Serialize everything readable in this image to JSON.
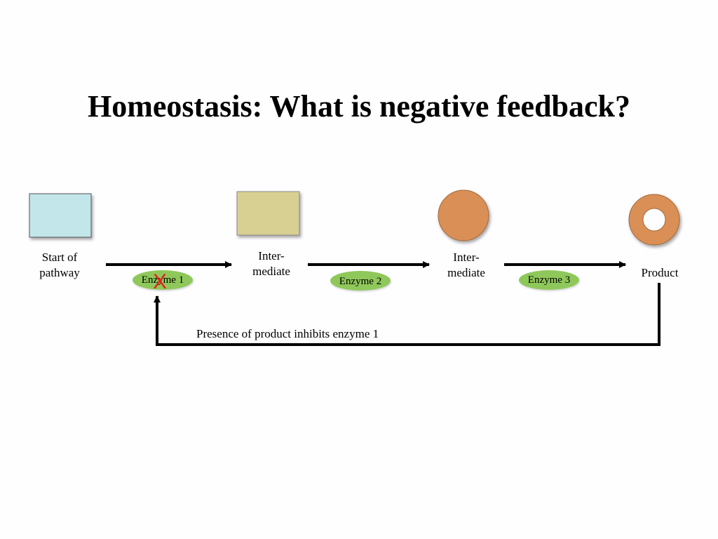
{
  "title": "Homeostasis: What is negative feedback?",
  "colors": {
    "start_box": "#c2e6ea",
    "intermediate_box": "#d8cf92",
    "intermediate_circle": "#d98f54",
    "product_ring": "#d98f54",
    "enzyme": "#8fc85a",
    "inhibition_mark": "#e81e1e"
  },
  "nodes": {
    "start": "Start of\npathway",
    "intermediate_1": "Inter-\nmediate",
    "intermediate_2": "Inter-\nmediate",
    "product": "Product"
  },
  "enzymes": {
    "enzyme_1": "Enzyme 1",
    "enzyme_2": "Enzyme 2",
    "enzyme_3": "Enzyme 3"
  },
  "inhibition": {
    "mark": "X",
    "note": "Presence of product inhibits enzyme 1"
  }
}
